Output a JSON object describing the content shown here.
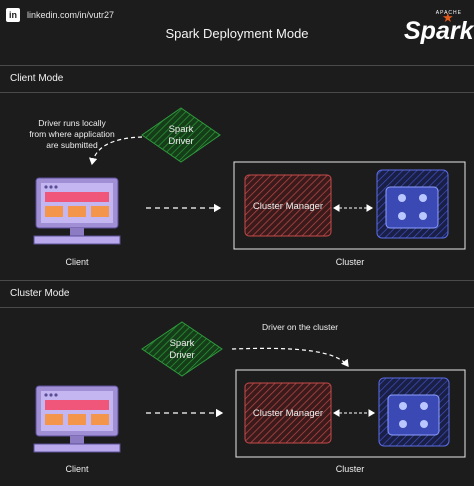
{
  "header": {
    "linkedin_badge": "in",
    "linkedin_url": "linkedin.com/in/vutr27",
    "title": "Spark Deployment Mode",
    "logo_apache": "APACHE",
    "logo_word": "Spark",
    "logo_icon": "star-flame-icon"
  },
  "client_mode": {
    "section_title": "Client Mode",
    "driver_label_line1": "Spark",
    "driver_label_line2": "Driver",
    "note_line1": "Driver runs locally",
    "note_line2": "from where application",
    "note_line3": "are submitted",
    "client_label": "Client",
    "cluster_manager_label": "Cluster Manager",
    "cluster_label": "Cluster"
  },
  "cluster_mode": {
    "section_title": "Cluster Mode",
    "driver_label_line1": "Spark",
    "driver_label_line2": "Driver",
    "note": "Driver on the cluster",
    "client_label": "Client",
    "cluster_manager_label": "Cluster Manager",
    "cluster_label": "Cluster"
  },
  "colors": {
    "background": "#1c1c1c",
    "driver_green": "#1f7a2a",
    "cluster_manager_red": "#c84a4a",
    "worker_blue": "#5b6ee8",
    "monitor_purple": "#a18fd6",
    "monitor_screen_pink": "#f0567a",
    "monitor_panel_orange": "#f3954a"
  }
}
